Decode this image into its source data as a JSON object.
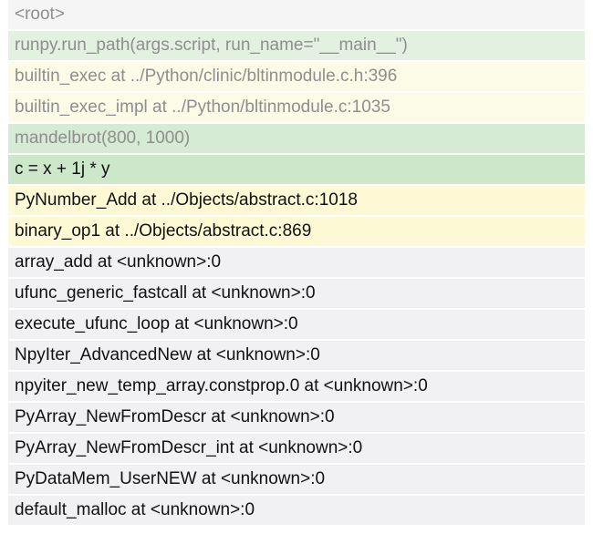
{
  "frames": [
    {
      "label": "<root>",
      "tone": "root",
      "weight": "muted"
    },
    {
      "label": "runpy.run_path(args.script, run_name=\"__main__\")",
      "tone": "green-light",
      "weight": "muted"
    },
    {
      "label": "builtin_exec at ../Python/clinic/bltinmodule.c.h:396",
      "tone": "yellow-light",
      "weight": "muted"
    },
    {
      "label": "builtin_exec_impl at ../Python/bltinmodule.c:1035",
      "tone": "yellow-light",
      "weight": "muted"
    },
    {
      "label": "mandelbrot(800, 1000)",
      "tone": "green",
      "weight": "muted"
    },
    {
      "label": "c = x + 1j * y",
      "tone": "green-strong",
      "weight": "strong"
    },
    {
      "label": "PyNumber_Add at ../Objects/abstract.c:1018",
      "tone": "yellow",
      "weight": "strong"
    },
    {
      "label": "binary_op1 at ../Objects/abstract.c:869",
      "tone": "yellow",
      "weight": "strong"
    },
    {
      "label": "array_add at <unknown>:0",
      "tone": "gray",
      "weight": "strong"
    },
    {
      "label": "ufunc_generic_fastcall at <unknown>:0",
      "tone": "gray",
      "weight": "strong"
    },
    {
      "label": "execute_ufunc_loop at <unknown>:0",
      "tone": "gray",
      "weight": "strong"
    },
    {
      "label": "NpyIter_AdvancedNew at <unknown>:0",
      "tone": "gray",
      "weight": "strong"
    },
    {
      "label": "npyiter_new_temp_array.constprop.0 at <unknown>:0",
      "tone": "gray",
      "weight": "strong"
    },
    {
      "label": "PyArray_NewFromDescr at <unknown>:0",
      "tone": "gray",
      "weight": "strong"
    },
    {
      "label": "PyArray_NewFromDescr_int at <unknown>:0",
      "tone": "gray",
      "weight": "strong"
    },
    {
      "label": "PyDataMem_UserNEW at <unknown>:0",
      "tone": "gray",
      "weight": "strong"
    },
    {
      "label": "default_malloc at <unknown>:0",
      "tone": "gray",
      "weight": "strong"
    }
  ],
  "colors": {
    "root": "#f5f5f5",
    "green-light": "#e3f1e1",
    "yellow-light": "#fbfbe8",
    "green": "#d6ebd3",
    "green-strong": "#cce7c9",
    "yellow": "#fcf9d4",
    "gray": "#f1f1f3",
    "text_muted": "#8e8e8e",
    "text_strong": "#111111"
  }
}
